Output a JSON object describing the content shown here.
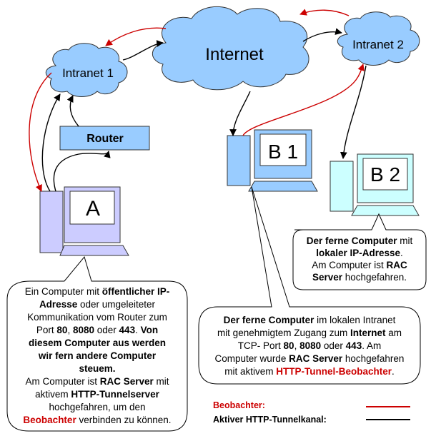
{
  "clouds": {
    "internet": "Internet",
    "intranet1": "Intranet 1",
    "intranet2": "Intranet 2"
  },
  "router": {
    "label": "Router"
  },
  "computers": {
    "a": "A",
    "b1": "B 1",
    "b2": "B 2"
  },
  "callout_b2": {
    "line1_bold": "Der ferne Computer",
    "line1_rest": " mit",
    "line2_bold": "lokaler IP-Adresse",
    "line2_rest": ".",
    "line3": "Am Computer ist ",
    "line3_bold": "RAC",
    "line4_bold": "Server",
    "line4_rest": " hochgefahren."
  },
  "callout_b1": {
    "l1_bold": "Der ferne Computer",
    "l1_rest": " im lokalen Intranet",
    "l2_a": "mit genehmigtem Zugang zum ",
    "l2_bold": "Internet",
    "l2_b": " am",
    "l3_a": "TCP- Port ",
    "l3_b1": "80",
    "l3_c": ",  ",
    "l3_b2": "8080",
    "l3_d": " oder ",
    "l3_b3": "443",
    "l3_e": ". Am",
    "l4_a": "Computer wurde ",
    "l4_bold": "RAC Server",
    "l4_b": " hochgefahren",
    "l5_a": "mit aktivem ",
    "l5_red": "HTTP-Tunnel-Beobachter",
    "l5_b": "."
  },
  "callout_a": {
    "l1_a": "Ein Computer mit ",
    "l1_bold": "öffentlicher IP-",
    "l2_bold": "Adresse",
    "l2_b": " oder umgeleiteter",
    "l3": "Kommunikation vom Router zum",
    "l4_a": "Port ",
    "l4_b1": "80",
    "l4_c": ", ",
    "l4_b2": "8080",
    "l4_d": " oder ",
    "l4_b3": "443",
    "l4_e": ". ",
    "l4_bold": "Von",
    "l5_bold": "diesem Computer aus werden",
    "l6_bold": "wir fern andere Computer",
    "l7_bold": "steuem.",
    "l8_a": "Am Computer ist ",
    "l8_bold": "RAC Server",
    "l8_b": " mit",
    "l9_a": "aktivem ",
    "l9_bold": "HTTP-Tunnelserver",
    "l10": "hochgefahren, um den",
    "l11_red": "Beobachter",
    "l11_b": " verbinden zu können."
  },
  "legend": {
    "observer": "Beobachter:",
    "tunnel": "Aktiver HTTP-Tunnelkanal:",
    "observer_color": "#cc0000",
    "tunnel_color": "#000000"
  },
  "colors": {
    "cloud": "#99ccff",
    "router": "#99ccff",
    "computer_a": "#ccccff",
    "computer_b1": "#99ccff",
    "computer_b2": "#ccffff"
  }
}
